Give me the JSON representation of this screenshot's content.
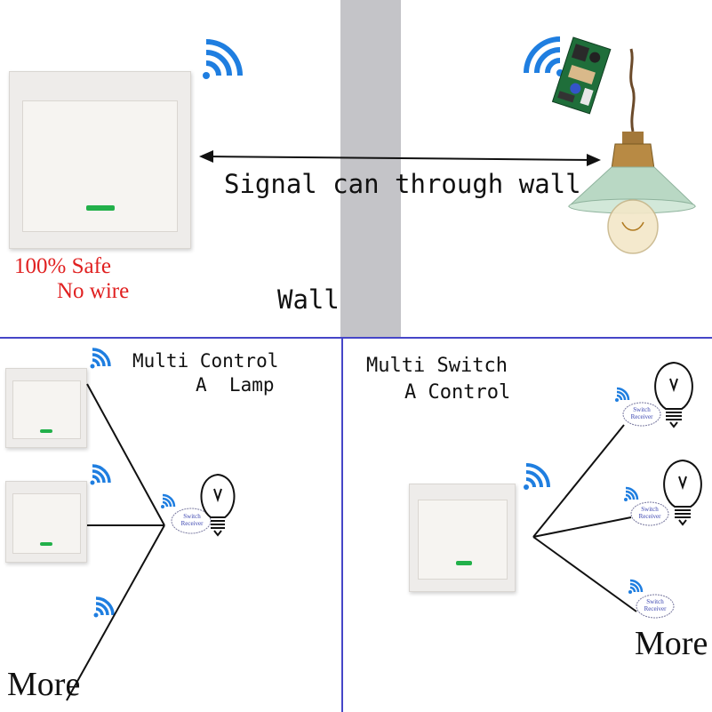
{
  "top": {
    "signal_text": "Signal can through wall",
    "safe_text": "100% Safe",
    "nowire_text": "No wire",
    "wall_label": "Wall"
  },
  "bottom_left": {
    "title_line1": "Multi Control",
    "title_line2": "A  Lamp",
    "more_label": "More",
    "receiver_line1": "Switch",
    "receiver_line2": "Receiver"
  },
  "bottom_right": {
    "title_line1": "Multi Switch",
    "title_line2": "A Control",
    "more_label": "More",
    "receivers": [
      {
        "line1": "Switch",
        "line2": "Receiver"
      },
      {
        "line1": "Switch",
        "line2": "Receiver"
      },
      {
        "line1": "Switch",
        "line2": "Receiver"
      }
    ]
  },
  "colors": {
    "wifi": "#1f7ee0",
    "wall": "#c4c4c8",
    "divider": "#4646c8",
    "led": "#22b04a",
    "safe_text": "#e02020",
    "lamp_shade": "#b9d8c4"
  },
  "icons": [
    "wifi-icon",
    "light-bulb-icon",
    "pendant-lamp-icon",
    "receiver-module-icon",
    "double-arrow-icon"
  ]
}
